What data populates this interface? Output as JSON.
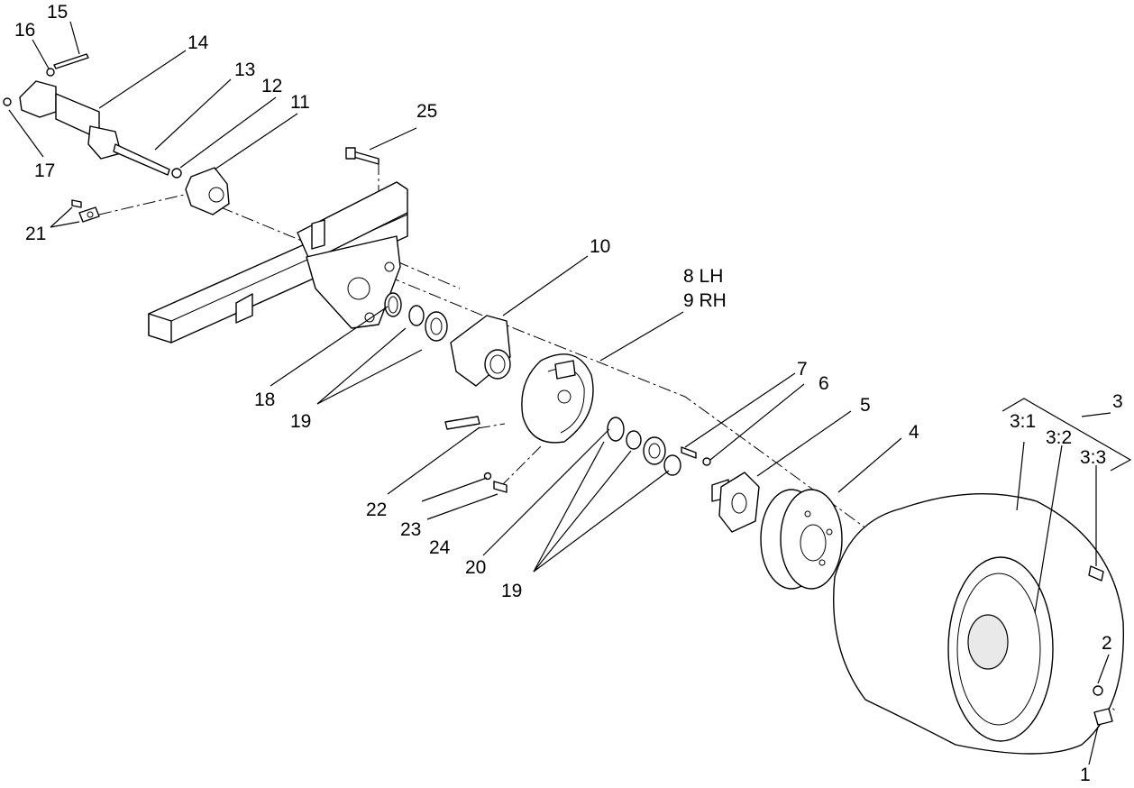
{
  "labels": {
    "l1": "1",
    "l2": "2",
    "l3": "3",
    "l3_1": "3:1",
    "l3_2": "3:2",
    "l3_3": "3:3",
    "l4": "4",
    "l5": "5",
    "l6": "6",
    "l7": "7",
    "l8": "8 LH",
    "l9": "9 RH",
    "l10": "10",
    "l11": "11",
    "l12": "12",
    "l13": "13",
    "l14": "14",
    "l15": "15",
    "l16": "16",
    "l17": "17",
    "l18": "18",
    "l19a": "19",
    "l19b": "19",
    "l20": "20",
    "l21": "21",
    "l22": "22",
    "l23": "23",
    "l24": "24",
    "l25": "25"
  }
}
